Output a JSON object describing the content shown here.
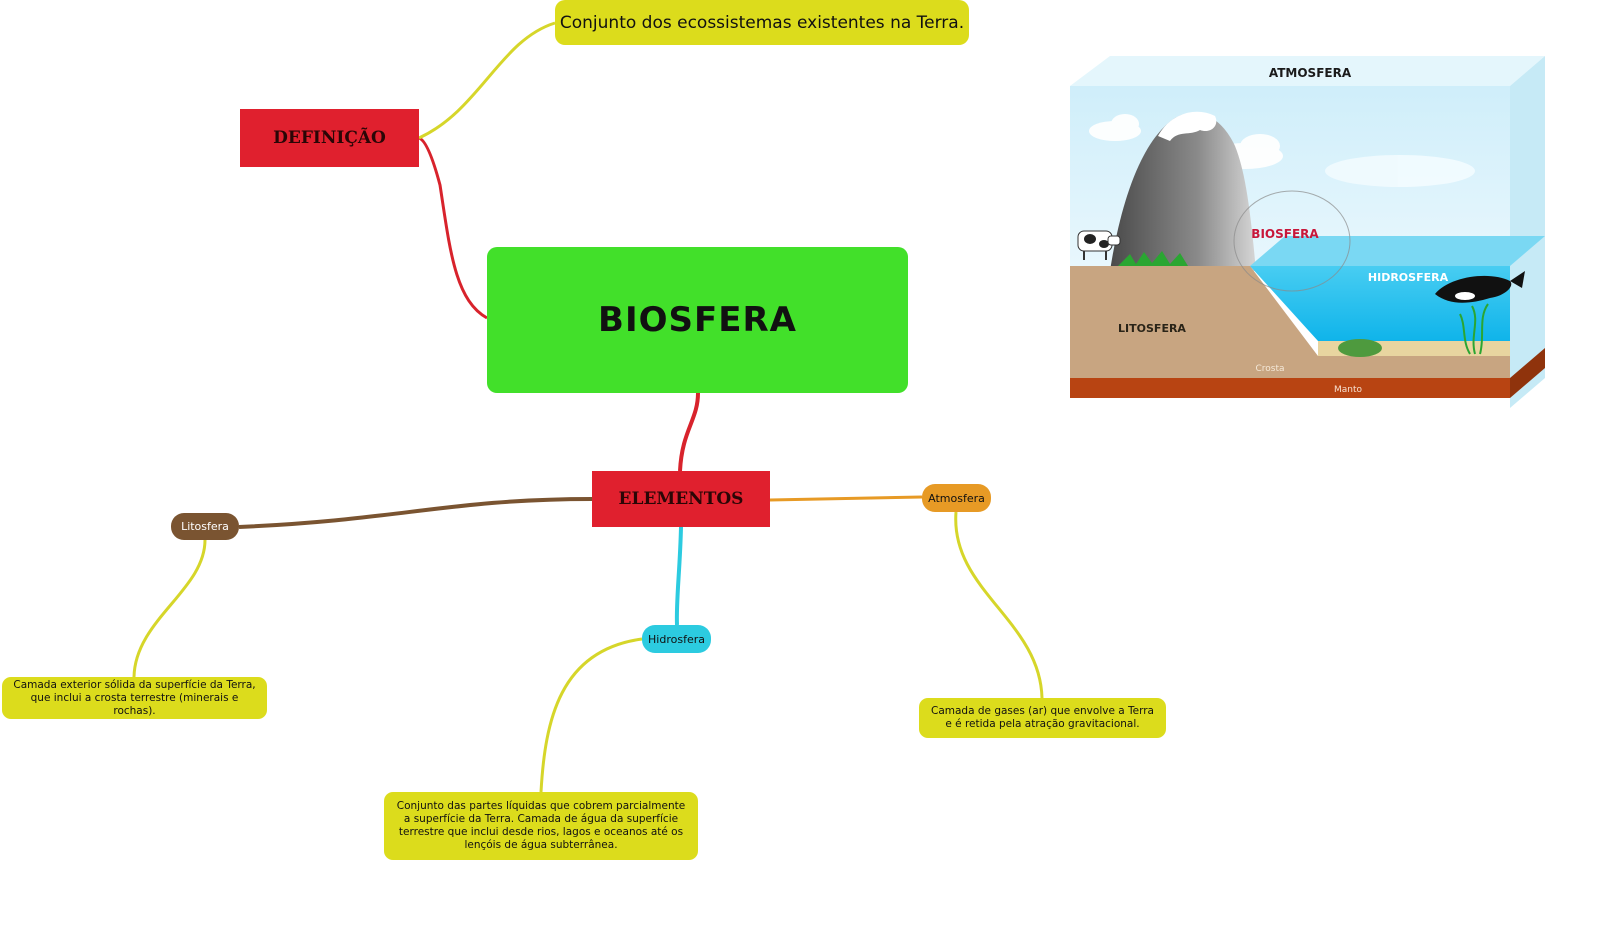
{
  "root": {
    "label": "BIOSFERA"
  },
  "definicao": {
    "label": "DEFINIÇÃO",
    "text": "Conjunto dos ecossistemas existentes na Terra."
  },
  "elementos": {
    "label": "ELEMENTOS",
    "litosfera": {
      "label": "Litosfera",
      "text": "Camada exterior sólida da superfície da Terra, que inclui a crosta terrestre (minerais e rochas)."
    },
    "hidrosfera": {
      "label": "Hidrosfera",
      "text": "Conjunto das partes líquidas que cobrem parcialmente a superfície da Terra. Camada de água da superfície terrestre que inclui desde rios, lagos e oceanos até os lençóis de água subterrânea."
    },
    "atmosfera": {
      "label": "Atmosfera",
      "text": "Camada de gases (ar) que envolve a Terra e é retida pela atração gravitacional."
    }
  },
  "illustration": {
    "atmosfera": "ATMOSFERA",
    "biosfera": "BIOSFERA",
    "hidrosfera": "HIDROSFERA",
    "litosfera": "LITOSFERA",
    "crosta": "Crosta",
    "manto": "Manto"
  },
  "colors": {
    "root": "#42e02a",
    "category": "#e0202e",
    "description": "#dcdc1c",
    "litosfera": "#7a5431",
    "hidrosfera": "#2ccbe0",
    "atmosfera": "#e79a25"
  }
}
